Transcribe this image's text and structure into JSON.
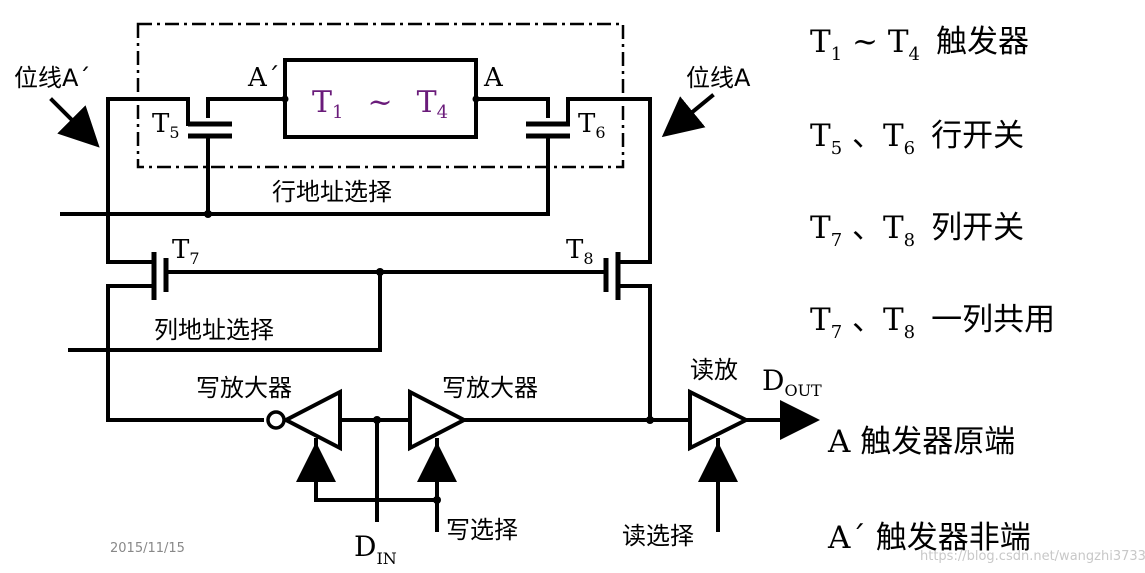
{
  "diagram": {
    "flipflop_label": "T",
    "flipflop_sub1": "1",
    "flipflop_tilde": "~",
    "flipflop_sub4": "4",
    "node_a_prime": "A´",
    "node_a": "A",
    "bitline_left": "位线A´",
    "bitline_right": "位线A",
    "t5": "T",
    "t5_sub": "5",
    "t6": "T",
    "t6_sub": "6",
    "t7": "T",
    "t7_sub": "7",
    "t8": "T",
    "t8_sub": "8",
    "row_select": "行地址选择",
    "col_select": "列地址选择",
    "write_amp_left": "写放大器",
    "write_amp_right": "写放大器",
    "read_amp": "读放",
    "dout": "D",
    "dout_sub": "OUT",
    "din": "D",
    "din_sub": "IN",
    "write_select": "写选择",
    "read_select": "读选择"
  },
  "legend": {
    "line1_main": "T",
    "line1_sub1": "1",
    "line1_mid": " ~ T",
    "line1_sub2": "4",
    "line1_text": "触发器",
    "line2_main": "T",
    "line2_sub1": "5",
    "line2_mid": " 、T",
    "line2_sub2": "6",
    "line2_text": "行开关",
    "line3_main": "T",
    "line3_sub1": "7",
    "line3_mid": " 、T",
    "line3_sub2": "8",
    "line3_text": "列开关",
    "line4_main": "T",
    "line4_sub1": "7",
    "line4_mid": " 、T",
    "line4_sub2": "8",
    "line4_text": "一列共用",
    "line5": "A 触发器原端",
    "line6": "A´ 触发器非端"
  },
  "footer": {
    "date": "2015/11/15",
    "watermark": "https://blog.csdn.net/wangzhi3733"
  }
}
